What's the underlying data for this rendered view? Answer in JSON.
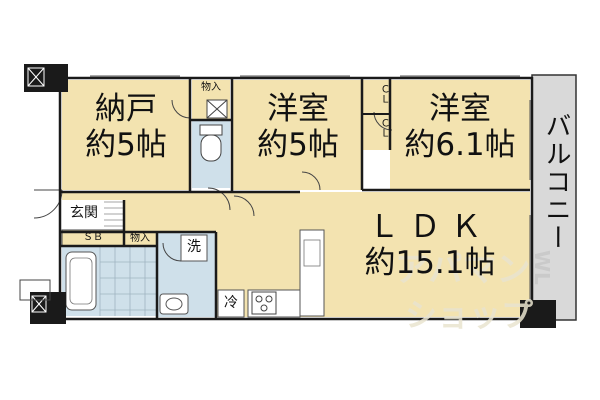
{
  "rooms": {
    "nando": {
      "name": "納戸",
      "size": "約5帖"
    },
    "youshitsu_1": {
      "name": "洋室",
      "size": "約5帖"
    },
    "youshitsu_2": {
      "name": "洋室",
      "size": "約6.1帖"
    },
    "ldk": {
      "name": "ＬＤＫ",
      "size": "約15.1帖"
    },
    "balcony": {
      "name": "バルコニー"
    }
  },
  "labels": {
    "entrance": "玄関",
    "shoe_box": "ＳＢ",
    "storage": "物入",
    "closet": "ＣＬ",
    "washer": "洗",
    "fridge": "冷"
  },
  "watermark": {
    "line1": "アパマン",
    "line2": "ショップ",
    "side": "WL"
  },
  "colors": {
    "room": "#f3e3b0",
    "wet_area": "#cfe0ea",
    "balcony": "#d9d9d9",
    "wall": "#1a1a1a",
    "watermark": "#e9e4cf"
  }
}
